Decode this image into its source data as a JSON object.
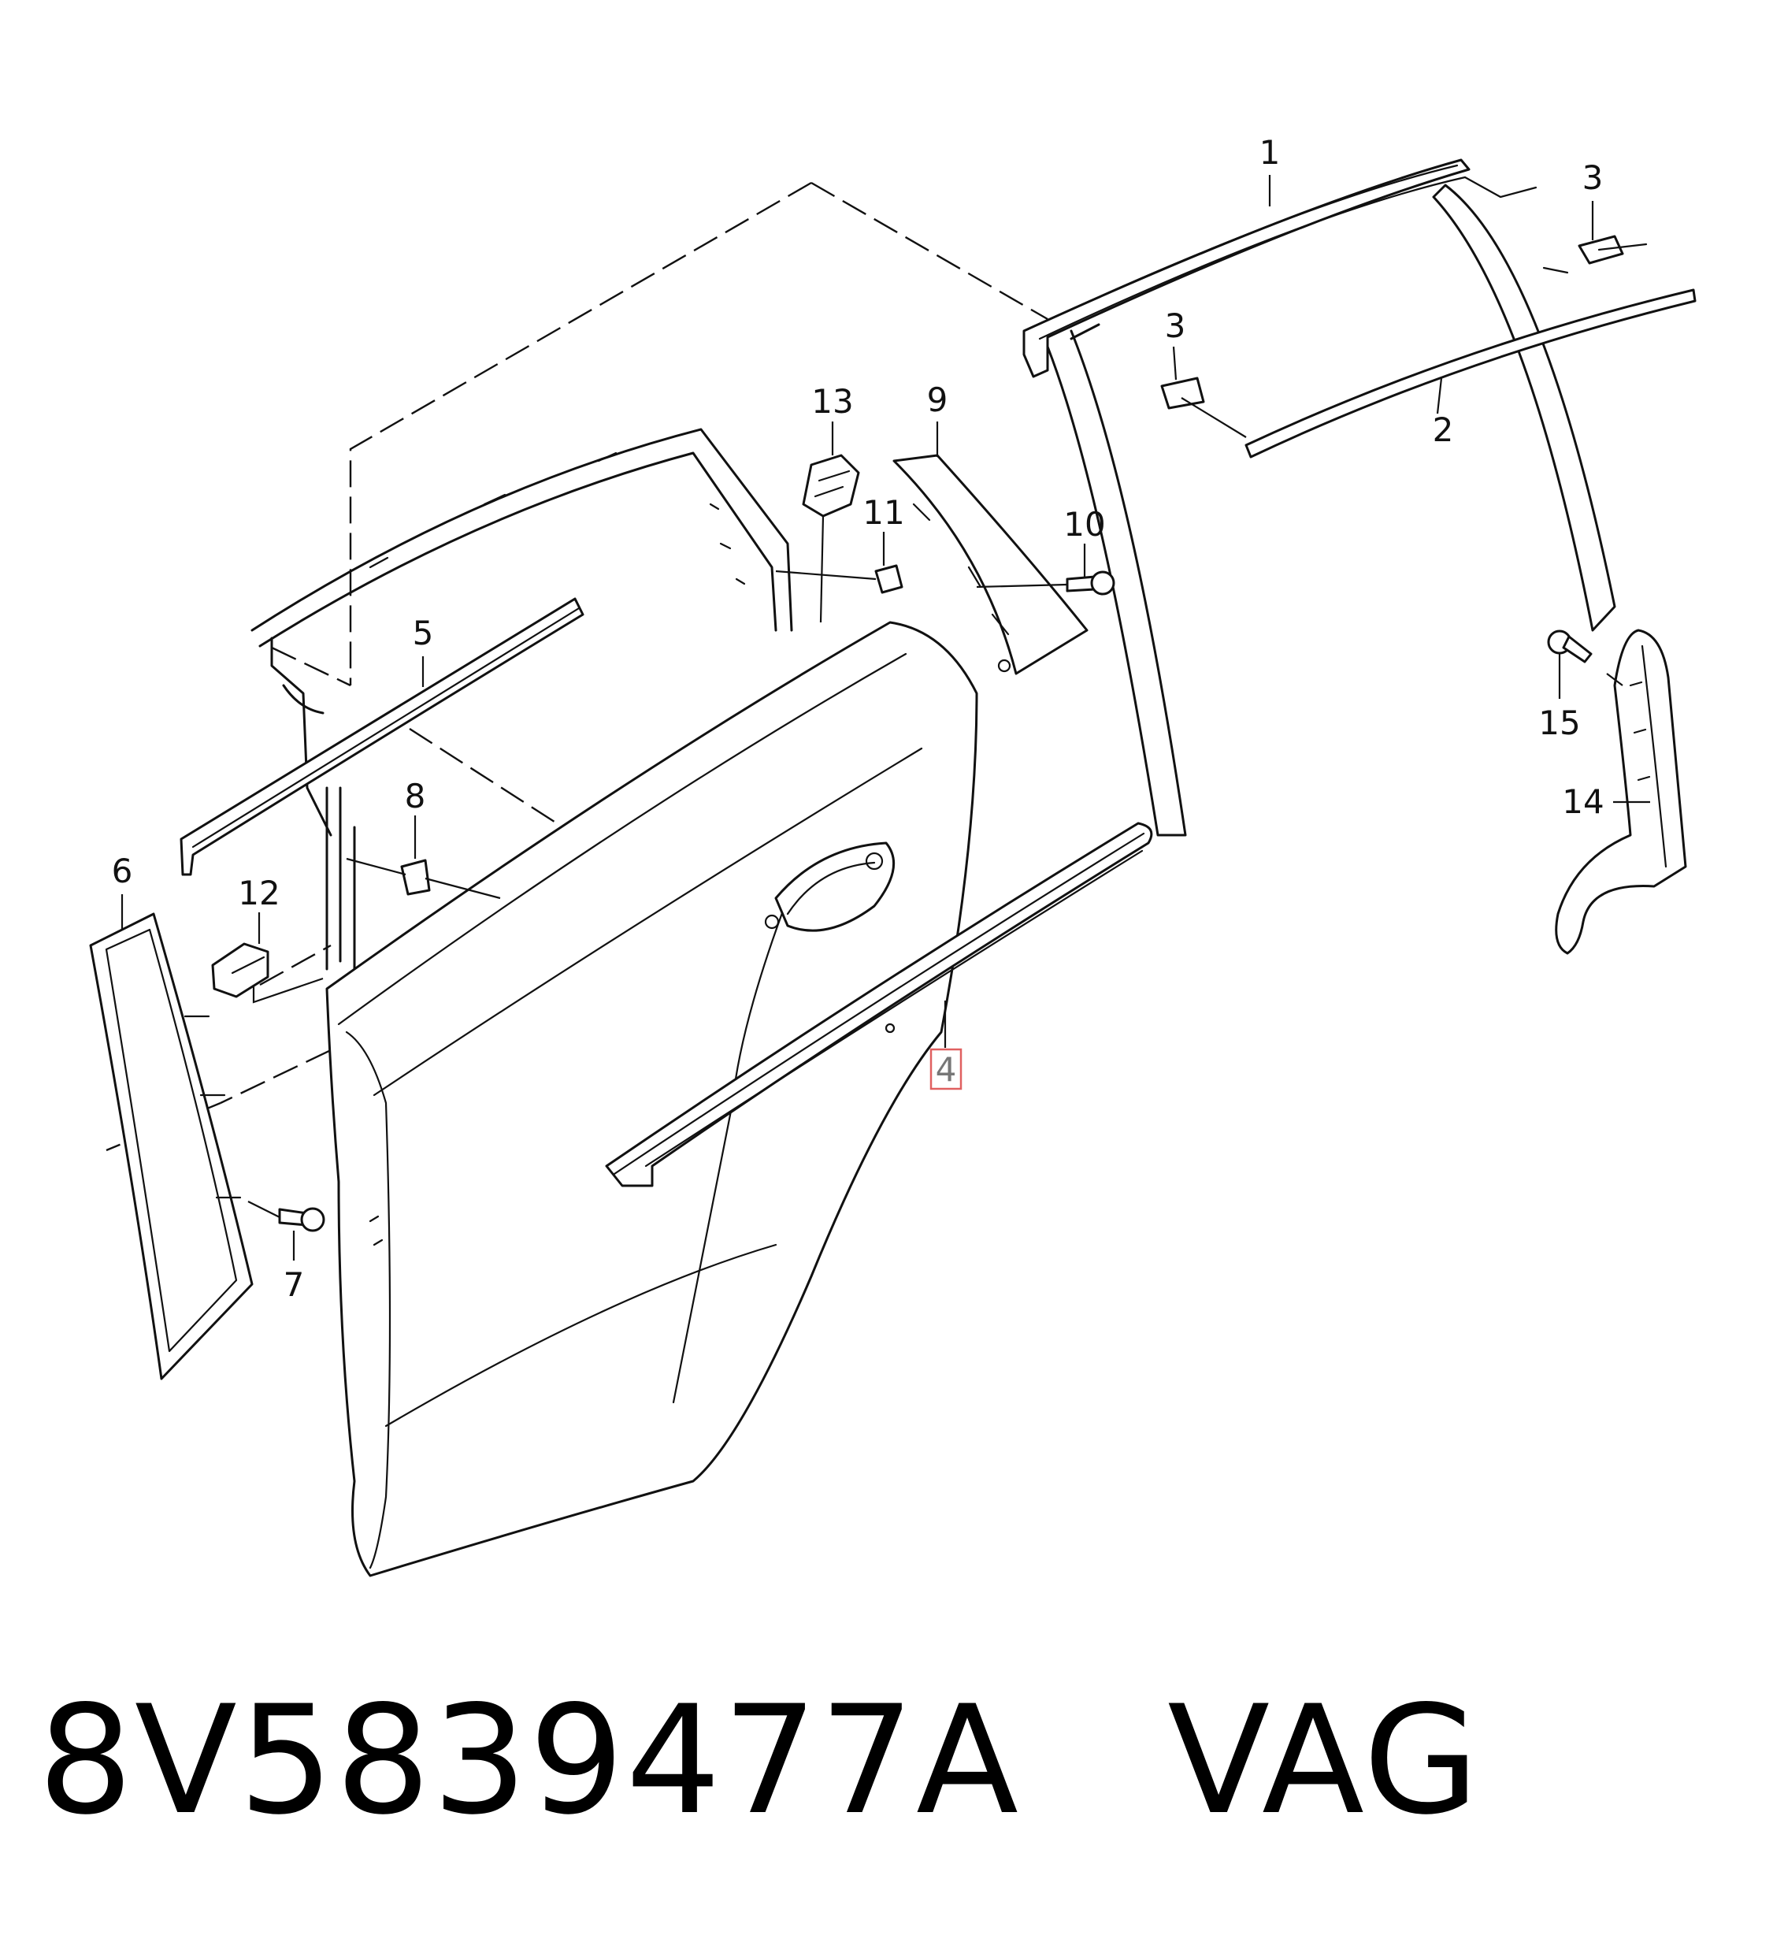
{
  "callouts": {
    "c1": "1",
    "c2": "2",
    "c3a": "3",
    "c3b": "3",
    "c4": "4",
    "c5": "5",
    "c6": "6",
    "c7": "7",
    "c8": "8",
    "c9": "9",
    "c10": "10",
    "c11": "11",
    "c12": "12",
    "c13": "13",
    "c14": "14",
    "c15": "15"
  },
  "highlighted_callout": "4",
  "highlight_color": "#e06060",
  "caption": {
    "part_number": "8V5839477A",
    "brand": "VAG"
  }
}
